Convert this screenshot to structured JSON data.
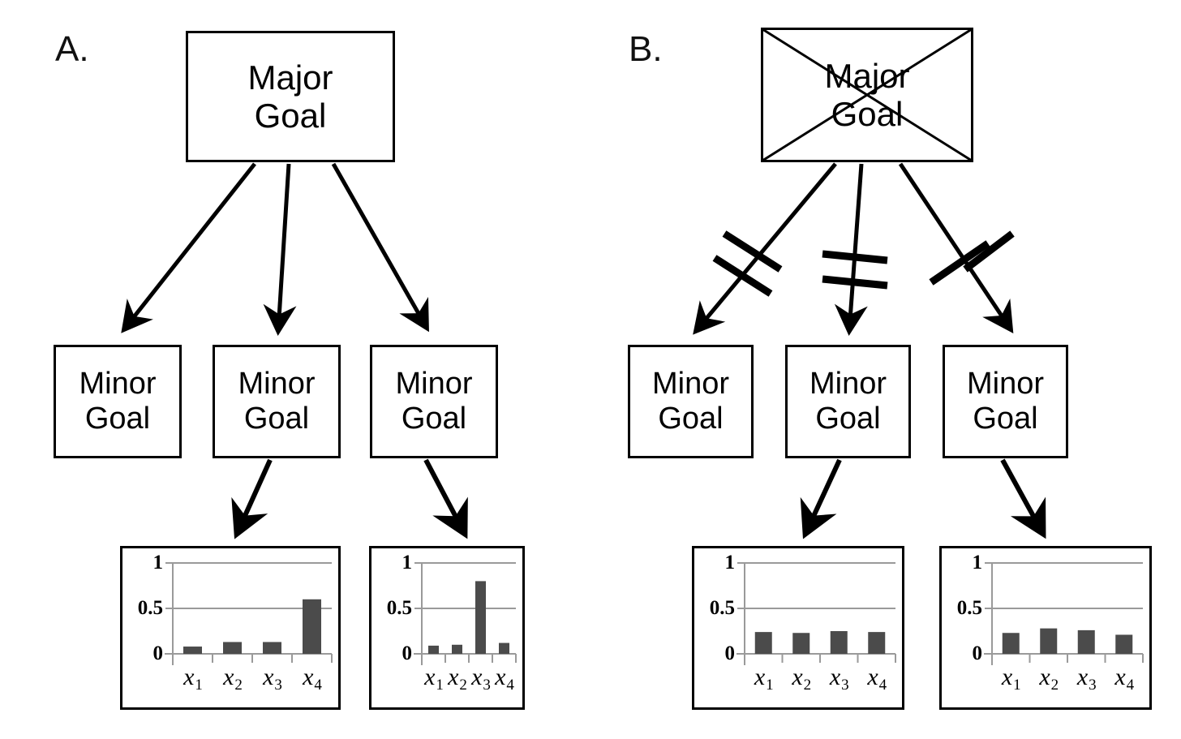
{
  "figure": {
    "background": "#ffffff",
    "line_color": "#000000",
    "bar_color": "#4b4b4b",
    "gridline_color": "#9a9a9a"
  },
  "panels": [
    {
      "id": "A",
      "label": "A.",
      "major_goal": {
        "line1": "Major",
        "line2": "Goal",
        "crossed_out": false
      },
      "minor_goals": [
        {
          "line1": "Minor",
          "line2": "Goal"
        },
        {
          "line1": "Minor",
          "line2": "Goal"
        },
        {
          "line1": "Minor",
          "line2": "Goal"
        }
      ],
      "links_broken": false,
      "charts": [
        {
          "type": "bar",
          "categories": [
            "x₁",
            "x₂",
            "x₃",
            "x₄"
          ],
          "category_bases": [
            "x",
            "x",
            "x",
            "x"
          ],
          "category_subs": [
            "1",
            "2",
            "3",
            "4"
          ],
          "values": [
            0.08,
            0.13,
            0.13,
            0.6
          ],
          "ytick_labels": [
            "1",
            "0.5",
            "0"
          ],
          "ytick_values": [
            1,
            0.5,
            0
          ],
          "ylim": [
            0,
            1
          ],
          "grid": true,
          "title": "",
          "xlabel": "",
          "ylabel": ""
        },
        {
          "type": "bar",
          "categories": [
            "x₁",
            "x₂",
            "x₃",
            "x₄"
          ],
          "category_bases": [
            "x",
            "x",
            "x",
            "x"
          ],
          "category_subs": [
            "1",
            "2",
            "3",
            "4"
          ],
          "values": [
            0.09,
            0.1,
            0.8,
            0.12
          ],
          "ytick_labels": [
            "1",
            "0.5",
            "0"
          ],
          "ytick_values": [
            1,
            0.5,
            0
          ],
          "ylim": [
            0,
            1
          ],
          "grid": true,
          "title": "",
          "xlabel": "",
          "ylabel": ""
        }
      ]
    },
    {
      "id": "B",
      "label": "B.",
      "major_goal": {
        "line1": "Major",
        "line2": "Goal",
        "crossed_out": true
      },
      "minor_goals": [
        {
          "line1": "Minor",
          "line2": "Goal"
        },
        {
          "line1": "Minor",
          "line2": "Goal"
        },
        {
          "line1": "Minor",
          "line2": "Goal"
        }
      ],
      "links_broken": true,
      "charts": [
        {
          "type": "bar",
          "categories": [
            "x₁",
            "x₂",
            "x₃",
            "x₄"
          ],
          "category_bases": [
            "x",
            "x",
            "x",
            "x"
          ],
          "category_subs": [
            "1",
            "2",
            "3",
            "4"
          ],
          "values": [
            0.24,
            0.23,
            0.25,
            0.24
          ],
          "ytick_labels": [
            "1",
            "0.5",
            "0"
          ],
          "ytick_values": [
            1,
            0.5,
            0
          ],
          "ylim": [
            0,
            1
          ],
          "grid": true,
          "title": "",
          "xlabel": "",
          "ylabel": ""
        },
        {
          "type": "bar",
          "categories": [
            "x₁",
            "x₂",
            "x₃",
            "x₄"
          ],
          "category_bases": [
            "x",
            "x",
            "x",
            "x"
          ],
          "category_subs": [
            "1",
            "2",
            "3",
            "4"
          ],
          "values": [
            0.23,
            0.28,
            0.26,
            0.21
          ],
          "ytick_labels": [
            "1",
            "0.5",
            "0"
          ],
          "ytick_values": [
            1,
            0.5,
            0
          ],
          "ylim": [
            0,
            1
          ],
          "grid": true,
          "title": "",
          "xlabel": "",
          "ylabel": ""
        }
      ]
    }
  ],
  "chart_data": [
    {
      "type": "bar",
      "title": "Panel A - left distribution",
      "categories": [
        "x1",
        "x2",
        "x3",
        "x4"
      ],
      "values": [
        0.08,
        0.13,
        0.13,
        0.6
      ],
      "xlabel": "",
      "ylabel": "",
      "ylim": [
        0,
        1
      ],
      "yticks": [
        0,
        0.5,
        1
      ],
      "grid": true,
      "legend": "none"
    },
    {
      "type": "bar",
      "title": "Panel A - right distribution",
      "categories": [
        "x1",
        "x2",
        "x3",
        "x4"
      ],
      "values": [
        0.09,
        0.1,
        0.8,
        0.12
      ],
      "xlabel": "",
      "ylabel": "",
      "ylim": [
        0,
        1
      ],
      "yticks": [
        0,
        0.5,
        1
      ],
      "grid": true,
      "legend": "none"
    },
    {
      "type": "bar",
      "title": "Panel B - left distribution",
      "categories": [
        "x1",
        "x2",
        "x3",
        "x4"
      ],
      "values": [
        0.24,
        0.23,
        0.25,
        0.24
      ],
      "xlabel": "",
      "ylabel": "",
      "ylim": [
        0,
        1
      ],
      "yticks": [
        0,
        0.5,
        1
      ],
      "grid": true,
      "legend": "none"
    },
    {
      "type": "bar",
      "title": "Panel B - right distribution",
      "categories": [
        "x1",
        "x2",
        "x3",
        "x4"
      ],
      "values": [
        0.23,
        0.28,
        0.26,
        0.21
      ],
      "xlabel": "",
      "ylabel": "",
      "ylim": [
        0,
        1
      ],
      "yticks": [
        0,
        0.5,
        1
      ],
      "grid": true,
      "legend": "none"
    }
  ]
}
